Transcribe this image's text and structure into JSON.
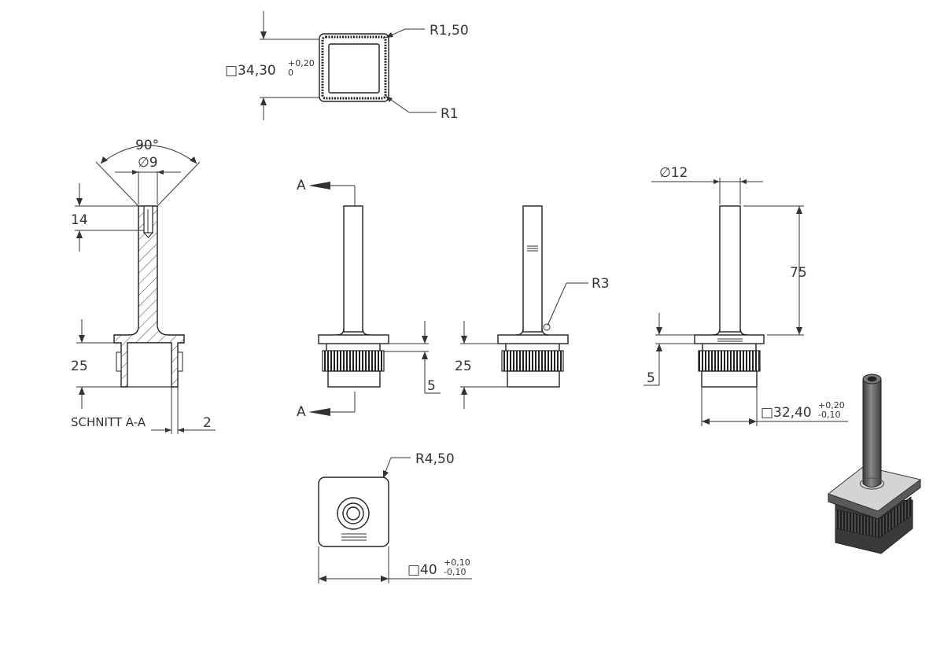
{
  "colors": {
    "line": "#333333",
    "part_3d_body": "#6e6e6e",
    "part_3d_top": "#d9d9d9"
  },
  "top_view": {
    "square_dim": "□34,30",
    "square_tol_upper": "+0,20",
    "square_tol_lower": "0",
    "radius_outer": "R1,50",
    "radius_inner": "R1"
  },
  "section_view": {
    "angle": "90°",
    "hole_dia": "∅9",
    "hole_depth": "14",
    "insert_height": "25",
    "wall": "2",
    "caption": "SCHNITT A-A"
  },
  "front_view": {
    "section_mark_top": "A",
    "section_mark_bottom": "A",
    "flange_thickness": "5"
  },
  "side_view": {
    "fillet_radius": "R3",
    "insert_height": "25"
  },
  "right_view": {
    "pin_dia": "∅12",
    "pin_length": "75",
    "flange_thickness": "5",
    "insert_dim": "□32,40",
    "insert_tol_upper": "+0,20",
    "insert_tol_lower": "-0,10"
  },
  "bottom_view": {
    "corner_radius": "R4,50",
    "plate_dim": "□40",
    "plate_tol_upper": "+0,10",
    "plate_tol_lower": "-0,10"
  }
}
